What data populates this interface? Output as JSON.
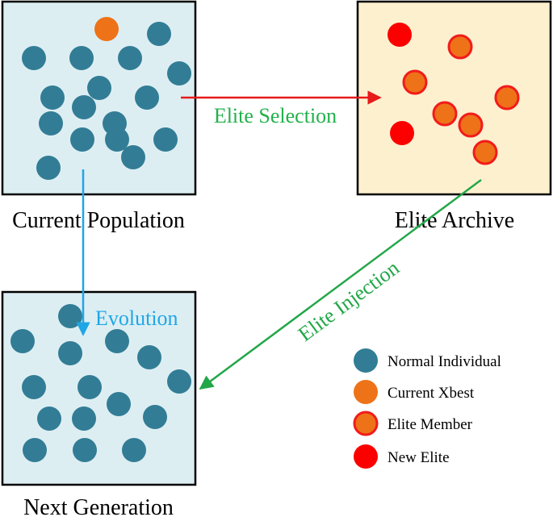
{
  "boxes": {
    "current_population": "Current Population",
    "elite_archive": "Elite Archive",
    "next_generation": "Next Generation"
  },
  "arrows": {
    "elite_selection": "Elite Selection",
    "evolution": "Evolution",
    "elite_injection": "Elite Injection"
  },
  "legend": {
    "normal": "Normal Individual",
    "xbest": "Current Xbest",
    "elite": "Elite Member",
    "new_elite": "New Elite"
  },
  "colors": {
    "normal": "#327d95",
    "xbest": "#ee7218",
    "elite_stroke": "#f21b1b",
    "new_elite": "#fc0000",
    "population_bg": "#ddeef3",
    "archive_bg": "#fdf0cf",
    "selection_arrow": "#e81a1a",
    "selection_text": "#22b14c",
    "evolution": "#1fa7e5",
    "injection": "#22a748"
  }
}
